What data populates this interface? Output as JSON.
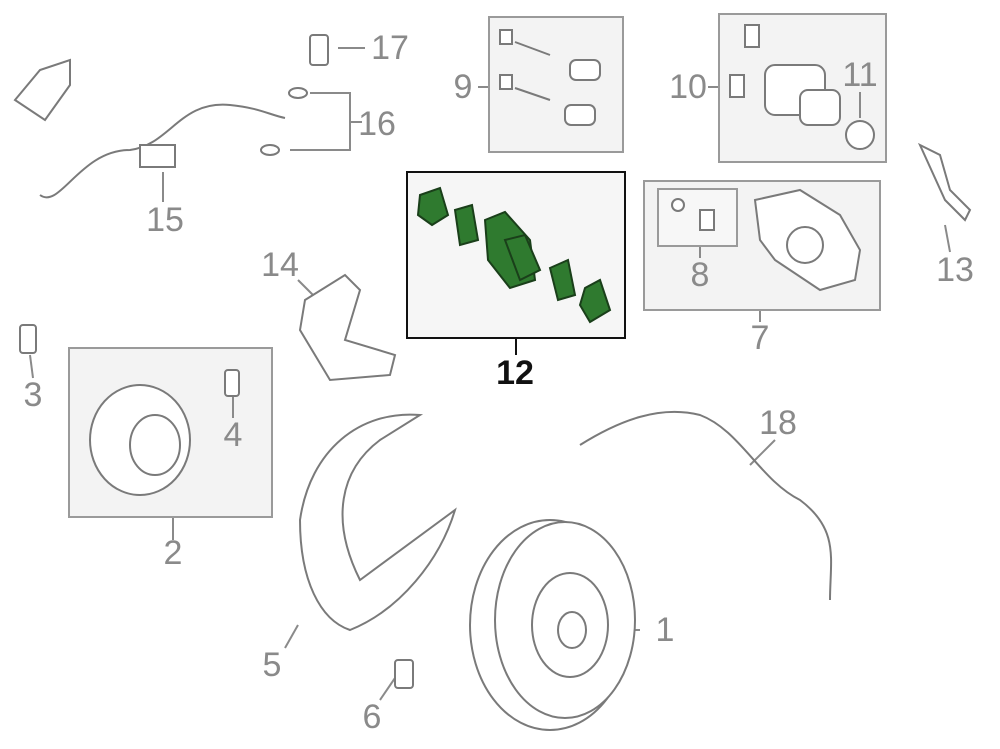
{
  "diagram": {
    "highlight_color": "#2f7a2f",
    "callouts": [
      {
        "id": "1",
        "label": "1",
        "highlighted": false
      },
      {
        "id": "2",
        "label": "2",
        "highlighted": false
      },
      {
        "id": "3",
        "label": "3",
        "highlighted": false
      },
      {
        "id": "4",
        "label": "4",
        "highlighted": false
      },
      {
        "id": "5",
        "label": "5",
        "highlighted": false
      },
      {
        "id": "6",
        "label": "6",
        "highlighted": false
      },
      {
        "id": "7",
        "label": "7",
        "highlighted": false
      },
      {
        "id": "8",
        "label": "8",
        "highlighted": false
      },
      {
        "id": "9",
        "label": "9",
        "highlighted": false
      },
      {
        "id": "10",
        "label": "10",
        "highlighted": false
      },
      {
        "id": "11",
        "label": "11",
        "highlighted": false
      },
      {
        "id": "12",
        "label": "12",
        "highlighted": true
      },
      {
        "id": "13",
        "label": "13",
        "highlighted": false
      },
      {
        "id": "14",
        "label": "14",
        "highlighted": false
      },
      {
        "id": "15",
        "label": "15",
        "highlighted": false
      },
      {
        "id": "16",
        "label": "16",
        "highlighted": false
      },
      {
        "id": "17",
        "label": "17",
        "highlighted": false
      },
      {
        "id": "18",
        "label": "18",
        "highlighted": false
      }
    ]
  }
}
